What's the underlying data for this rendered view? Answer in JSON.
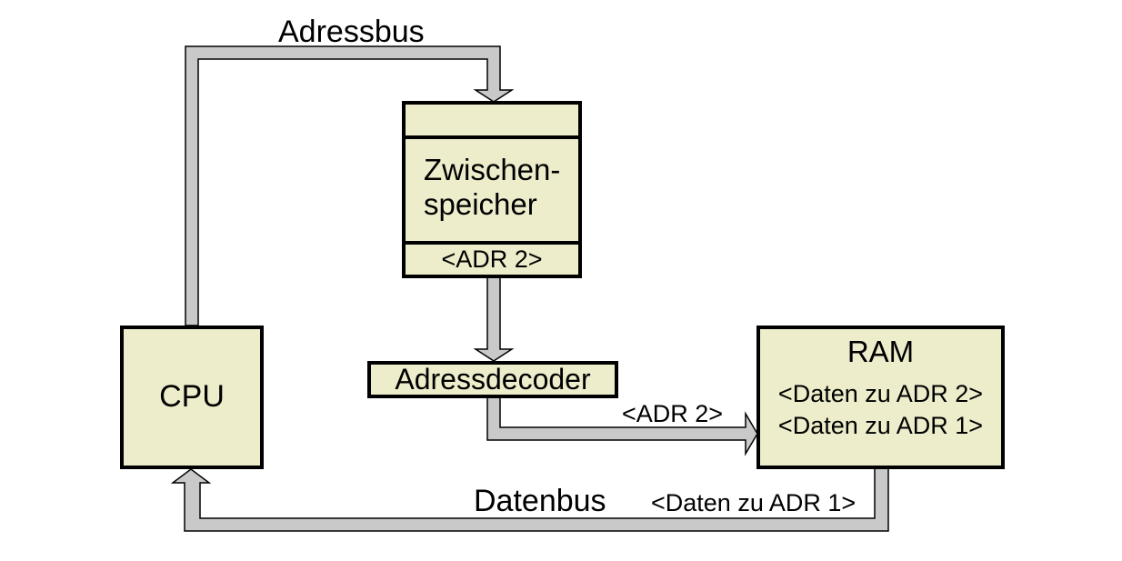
{
  "labels": {
    "adressbus": "Adressbus",
    "datenbus": "Datenbus",
    "adr2_bus": "<ADR 2>",
    "daten_adr1_bus": "<Daten zu ADR 1>"
  },
  "nodes": {
    "cpu": {
      "label": "CPU"
    },
    "zwischenspeicher": {
      "name_line1": "Zwischen-",
      "name_line2": "speicher",
      "address": "<ADR 2>"
    },
    "adressdecoder": {
      "label": "Adressdecoder"
    },
    "ram": {
      "label": "RAM",
      "data_rows": [
        "<Daten zu ADR 2>",
        "<Daten zu ADR 1>"
      ]
    }
  },
  "colors": {
    "node_fill": "#EDEDCB",
    "bus_fill": "#C9C9C9",
    "outline": "#000000"
  }
}
